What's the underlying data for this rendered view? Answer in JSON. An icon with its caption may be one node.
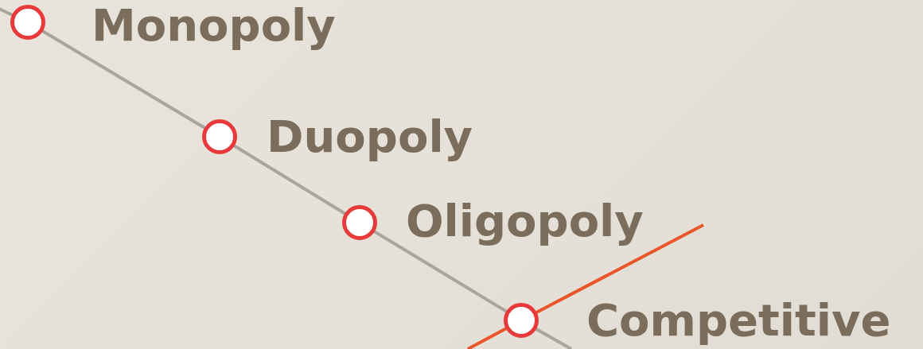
{
  "diagram": {
    "nodes": [
      {
        "text": [],
        "shape": "circle",
        "beside": [
          "Monopoly"
        ]
      },
      {
        "text": [],
        "shape": "circle",
        "beside": [
          "Duopoly"
        ]
      },
      {
        "text": [],
        "shape": "circle",
        "beside": [
          "Oligopoly"
        ]
      },
      {
        "text": [],
        "shape": "circle",
        "beside": [
          "Competitive"
        ]
      }
    ],
    "edges": [
      {
        "from": null,
        "to": 0,
        "arrow": "none"
      },
      {
        "from": 0,
        "to": 1,
        "arrow": "none"
      },
      {
        "from": 1,
        "to": 2,
        "arrow": "none"
      },
      {
        "from": 2,
        "to": 3,
        "arrow": "none"
      },
      {
        "from": 3,
        "to": null,
        "arrow": "none"
      },
      {
        "from": null,
        "to": 3,
        "arrow": "none",
        "color": "#e8562a"
      },
      {
        "from": 3,
        "to": null,
        "arrow": "none",
        "color": "#e8562a"
      }
    ]
  }
}
